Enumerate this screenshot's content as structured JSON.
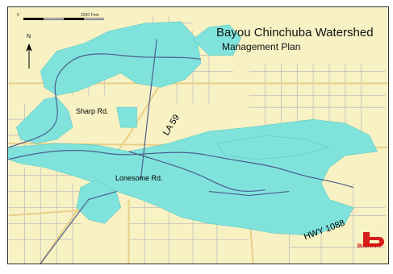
{
  "map": {
    "title": "Bayou Chinchuba Watershed",
    "subtitle": "Management Plan",
    "labels": {
      "sharp_rd": "Sharp Rd.",
      "lonesome_rd": "Lonesome Rd.",
      "la59": "LA 59",
      "hwy1088": "HWY 1088"
    },
    "north_letter": "N",
    "scale": {
      "left": "0",
      "right": "2000 Feet"
    },
    "logo_text": "BUCHART",
    "colors": {
      "land": "#f7f1c4",
      "floodplain": "#7fe3dc",
      "stream": "#4b5e8c",
      "road_major": "#e8cf86",
      "road_minor": "#b8b8b8",
      "logo": "#d4201a"
    }
  }
}
